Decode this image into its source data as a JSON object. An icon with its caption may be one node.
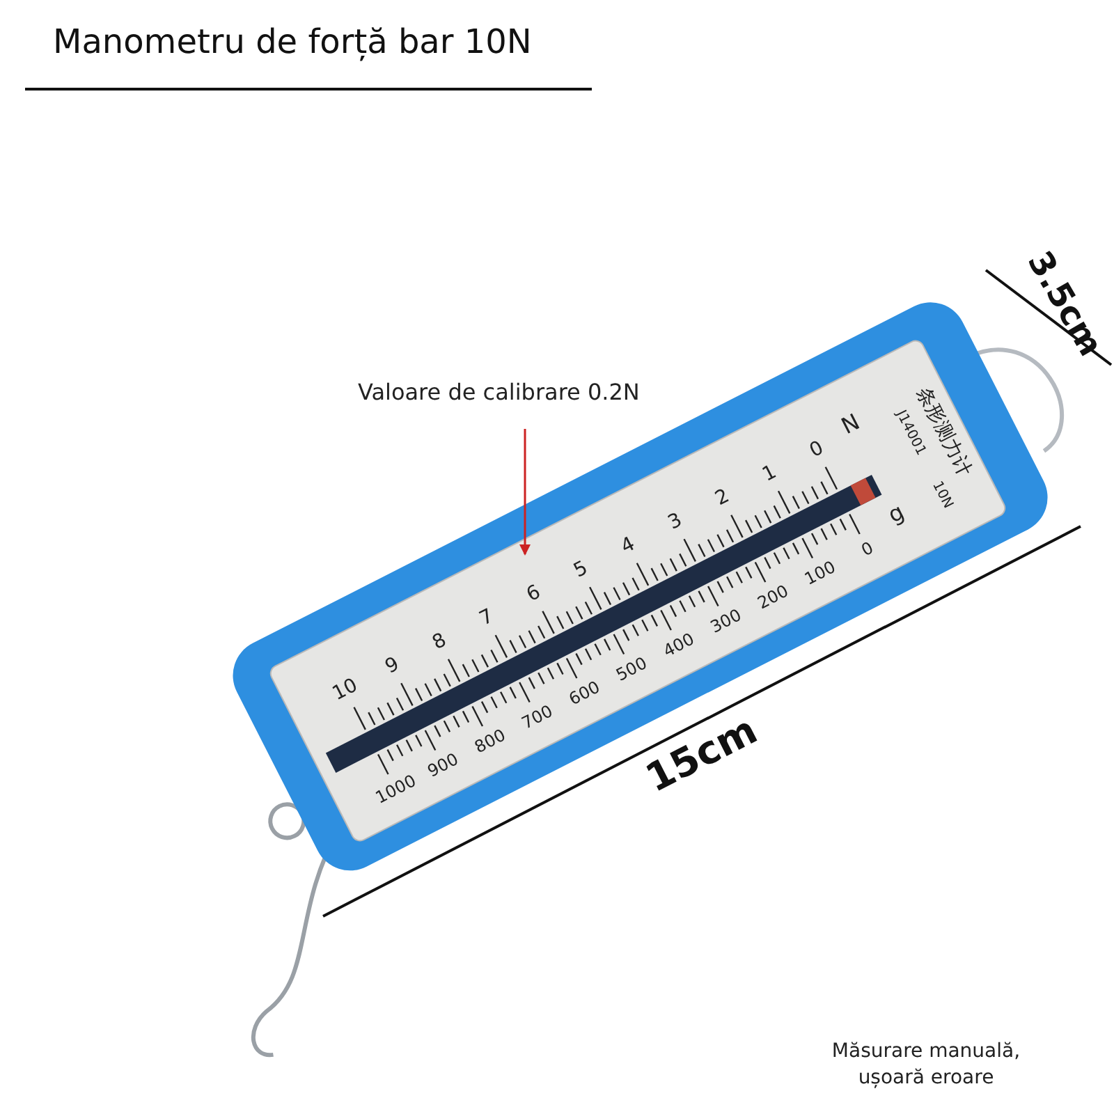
{
  "diagram": {
    "title": "Manometru de forță bar 10N",
    "nodes": [
      {
        "text": [
          "Valoare de calibrare 0.2N"
        ]
      },
      {
        "text": [],
        "shape": "scale"
      }
    ],
    "edges": [
      {
        "from": 0,
        "to": 1,
        "arrow": "to",
        "color": "#cc2222"
      }
    ],
    "labels": [
      "15cm",
      "3.5cm",
      "Măsurare manuală, ușoară eroare",
      "条形测力计",
      "J14001",
      "10N",
      "N",
      "g",
      "0",
      "1",
      "2",
      "3",
      "4",
      "5",
      "6",
      "7",
      "8",
      "9",
      "10",
      "0",
      "100",
      "200",
      "300",
      "400",
      "500",
      "600",
      "700",
      "800",
      "900",
      "1000"
    ]
  }
}
